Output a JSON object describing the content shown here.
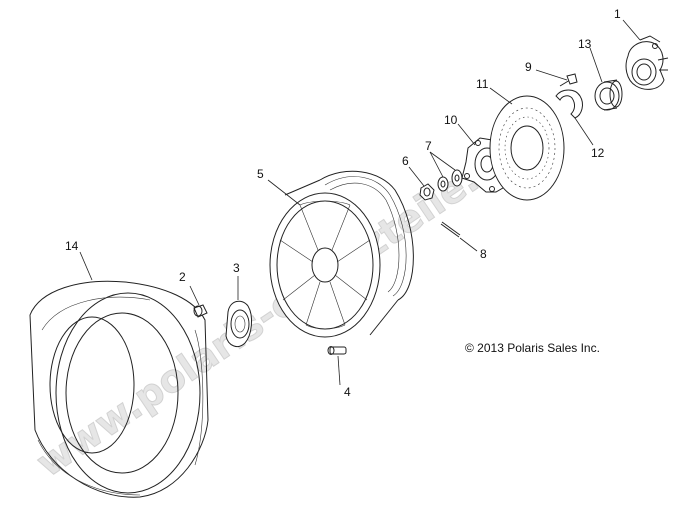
{
  "diagram": {
    "watermark": "www.polaris-ersatzteile.de",
    "copyright": "© 2013 Polaris Sales Inc.",
    "callouts": {
      "c1": "1",
      "c2": "2",
      "c3": "3",
      "c4": "4",
      "c5": "5",
      "c6": "6",
      "c7": "7",
      "c8": "8",
      "c9": "9",
      "c10": "10",
      "c11": "11",
      "c12": "12",
      "c13": "13",
      "c14": "14"
    }
  }
}
